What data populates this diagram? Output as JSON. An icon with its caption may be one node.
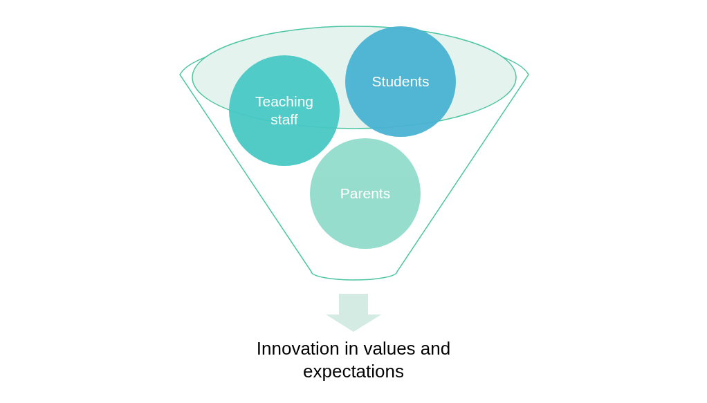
{
  "diagram": {
    "nodes": [
      {
        "text": [],
        "shape": "funnel"
      },
      {
        "text": [
          "Teaching staff"
        ],
        "in": 0
      },
      {
        "text": [
          "Students"
        ],
        "in": 0
      },
      {
        "text": [
          "Parents"
        ],
        "in": 0
      },
      {
        "text": [
          "Innovation in values and expectations"
        ]
      }
    ],
    "edges": [
      {
        "from": 0,
        "to": 4,
        "arrow": "to",
        "style": "thick",
        "color": "#d3ebe3"
      }
    ]
  }
}
